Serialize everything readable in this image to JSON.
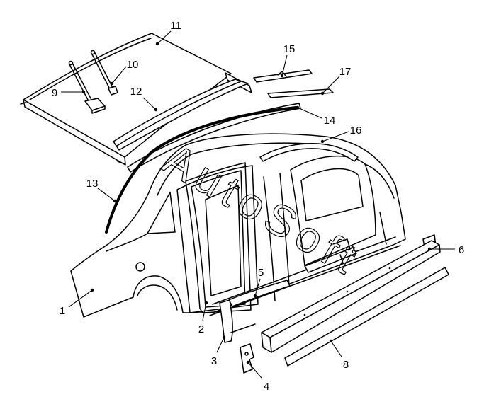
{
  "diagram": {
    "callouts": {
      "p1": "1",
      "p2": "2",
      "p3": "3",
      "p4": "4",
      "p5": "5",
      "p6": "6",
      "p8": "8",
      "p9": "9",
      "p10": "10",
      "p11": "11",
      "p12": "12",
      "p13": "13",
      "p14": "14",
      "p15": "15",
      "p16": "16",
      "p17": "17"
    },
    "watermark": "AutoSoft"
  }
}
